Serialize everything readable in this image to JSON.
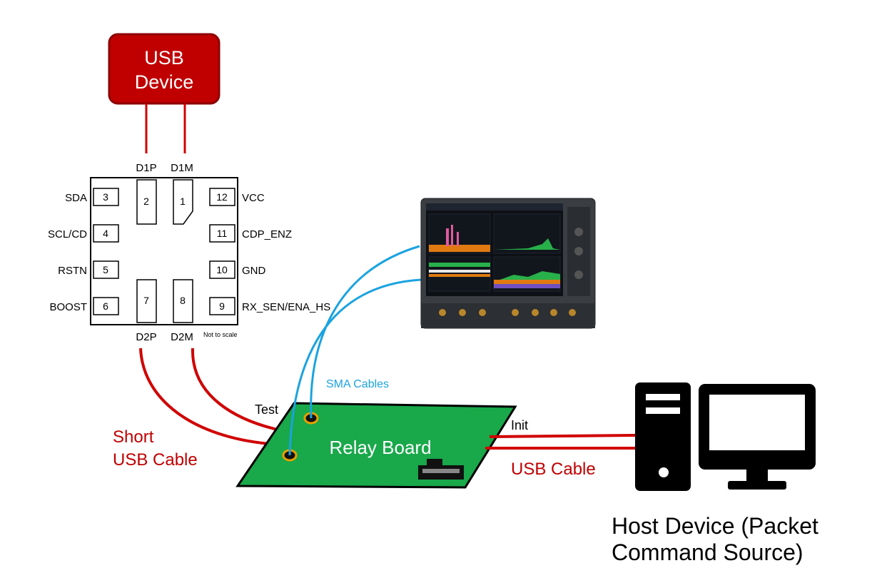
{
  "usb_device": {
    "line1": "USB",
    "line2": "Device",
    "color": "#c00000"
  },
  "chip": {
    "top_labels": [
      "D1P",
      "D1M"
    ],
    "bottom_labels": [
      "D2P",
      "D2M"
    ],
    "left_pins": [
      {
        "num": "3",
        "name": "SDA"
      },
      {
        "num": "4",
        "name": "SCL/CD"
      },
      {
        "num": "5",
        "name": "RSTN"
      },
      {
        "num": "6",
        "name": "BOOST"
      }
    ],
    "right_pins": [
      {
        "num": "12",
        "name": "VCC"
      },
      {
        "num": "11",
        "name": "CDP_ENZ"
      },
      {
        "num": "10",
        "name": "GND"
      },
      {
        "num": "9",
        "name": "RX_SEN/ENA_HS"
      }
    ],
    "top_pads": [
      "2",
      "1"
    ],
    "bottom_pads": [
      "7",
      "8"
    ],
    "note": "Not to scale"
  },
  "labels": {
    "sma_cables": "SMA Cables",
    "test": "Test",
    "relay_board": "Relay Board",
    "init": "Init",
    "usb_cable": "USB Cable",
    "short_usb_cable_1": "Short",
    "short_usb_cable_2": "USB Cable",
    "host_line1": "Host Device (Packet",
    "host_line2": "Command Source)"
  },
  "colors": {
    "usb_red": "#d00000",
    "sma_blue": "#1aa3e0",
    "board_green": "#19a84a",
    "black": "#000000"
  },
  "icons": {
    "oscilloscope": "oscilloscope-image",
    "host": "desktop-computer-icon"
  }
}
